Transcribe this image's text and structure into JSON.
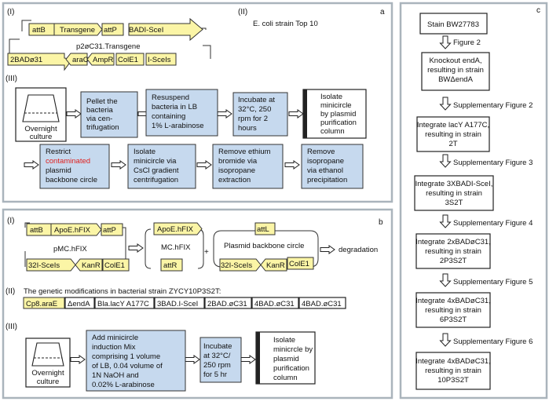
{
  "panel_a": {
    "letter": "a",
    "label_I": "(I)",
    "label_II": "(II)",
    "label_III": "(III)",
    "strain": "E. coli strain Top 10",
    "plasmid_name": "p2øC31.Transgene",
    "top_row": [
      "attB",
      "Transgene",
      "attP",
      "BADI-SceI"
    ],
    "bottom_row": [
      "2BADø31",
      "araC",
      "AmpR",
      "ColE1",
      "I-SceIs"
    ],
    "overnight": [
      "Overnight",
      "culture"
    ],
    "row1": [
      [
        "Pellet the",
        "bacteria",
        "via cen-",
        "trifugation"
      ],
      [
        "Resuspend",
        "bacteria in LB",
        "containing",
        "1% L-arabinose"
      ],
      [
        "Incubate at",
        "32°C, 250",
        "rpm for 2",
        "hours"
      ],
      [
        "Isolate",
        "minicircle",
        "by plasmid",
        "purification",
        "column"
      ]
    ],
    "row2_first": {
      "line1": "Restrict",
      "line2_red": "contaminated",
      "line3": "plasmid",
      "line4": "backbone circle"
    },
    "row2": [
      [
        "Isolate",
        "minicircle via",
        "CsCl gradient",
        "centrifugation"
      ],
      [
        "Remove ethium",
        "bromide via",
        "isopropane",
        "extraction"
      ],
      [
        "Remove",
        "isopropane",
        "via ethanol",
        "precipitation"
      ]
    ]
  },
  "panel_b": {
    "letter": "b",
    "label_I": "(I)",
    "label_II": "(II)",
    "label_III": "(III)",
    "pmc": {
      "name": "pMC.hFIX",
      "top": [
        "attB",
        "ApoE.hFIX",
        "attP"
      ],
      "bottom": [
        "32I-SceIs",
        "KanR",
        "ColE1"
      ]
    },
    "mc": {
      "name": "MC.hFIX",
      "top": "ApoE.hFIX",
      "bottom": "attR"
    },
    "plus": "+",
    "backbone": {
      "name": "Plasmid backbone circle",
      "top": "attL",
      "bottom": [
        "32I-SceIs",
        "KanR",
        "ColE1"
      ]
    },
    "degradation": "degradation",
    "genetic_title": "The genetic modifications in bacterial strain ZYCY10P3S2T:",
    "genetic": [
      "Cp8.araE",
      "ΔendA",
      "Bla.lacY A177C",
      "3BAD.I-SceI",
      "2BAD.øC31",
      "4BAD.øC31",
      "4BAD.øC31"
    ],
    "overnight": [
      "Overnight",
      "culture"
    ],
    "step1": [
      "Add minicircle",
      "induction Mix",
      "comprising 1 volume",
      "of LB, 0.04 volume of",
      "1N NaOH and",
      "0.02%  L-arabinose"
    ],
    "step2": [
      "Incubate",
      "at 32°C/",
      "250 rpm",
      "for 5 hr"
    ],
    "step3": [
      "Isolate",
      "minicrcle by",
      "plasmid",
      "purification",
      "column"
    ]
  },
  "panel_c": {
    "letter": "c",
    "boxes": [
      [
        "Stain BW27783"
      ],
      [
        "Knockout endA,",
        "resulting in strain",
        "BWΔendA"
      ],
      [
        "Integrate lacY A177C,",
        "resulting in strain",
        "2T"
      ],
      [
        "Integrate 3XBADI-SceI,",
        "resulting in strain",
        "3S2T"
      ],
      [
        "Integrate 2xBADøC31,",
        "resulting in strain",
        "2P3S2T"
      ],
      [
        "Integrate 4xBADøC31,",
        "resulting in strain",
        "6P3S2T"
      ],
      [
        "Integrate 4xBADøC31,",
        "resulting in strain",
        "10P3S2T"
      ]
    ],
    "arrow_labels": [
      "Figure 2",
      "Supplementary Figure 2",
      "Supplementary Figure 3",
      "Supplementary Figure 4",
      "Supplementary Figure 5",
      "Supplementary Figure 6"
    ]
  }
}
